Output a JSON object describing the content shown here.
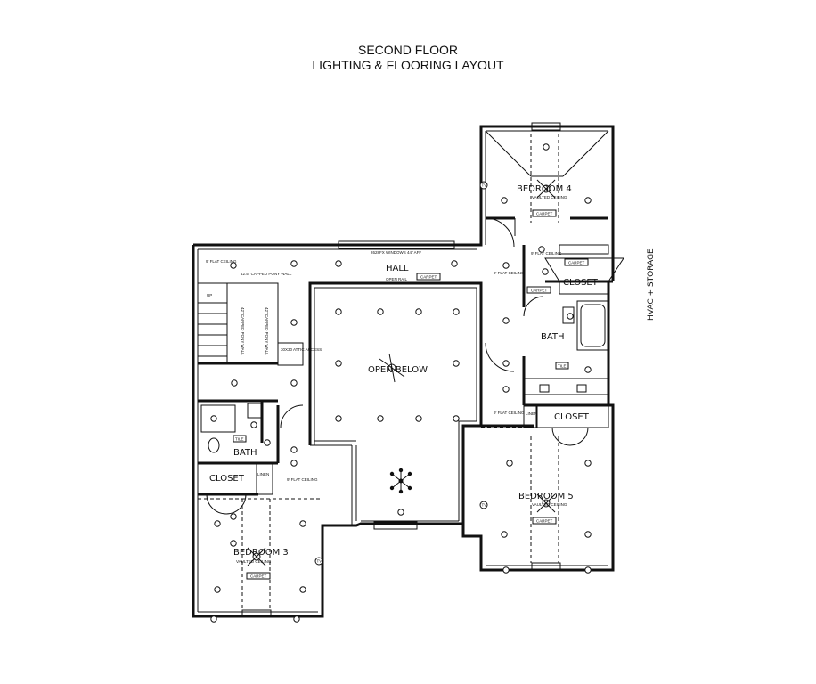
{
  "title": {
    "line1": "SECOND FLOOR",
    "line2": "LIGHTING & FLOORING LAYOUT"
  },
  "side_label": "HVAC + STORAGE",
  "rooms": {
    "hall": "HALL",
    "open_below": "OPEN BELOW",
    "bedroom4": "BEDROOM 4",
    "bedroom5": "BEDROOM 5",
    "bedroom3": "BEDROOM 3",
    "vaulted": "VAULTED CEILING",
    "bath_right": "BATH",
    "bath_left": "BATH",
    "closet_right_top": "CLOSET",
    "closet_right_mid": "CLOSET",
    "closet_left": "CLOSET"
  },
  "notes": {
    "windows": "2628FX WINDOWS 44\" AFF",
    "open_rail": "OPEN RAIL",
    "flat_ceiling": "9' FLAT CEILING",
    "pony_wall": "42.5\" CAPPED PONY WALL",
    "attic": "30X30 ATTIC ACCESS",
    "carpet": "CARPET",
    "tile": "TILE",
    "tv": "TV",
    "linen": "LINEN",
    "capped_wall": "42\" CAPPED PONY WALL",
    "up": "UP"
  }
}
